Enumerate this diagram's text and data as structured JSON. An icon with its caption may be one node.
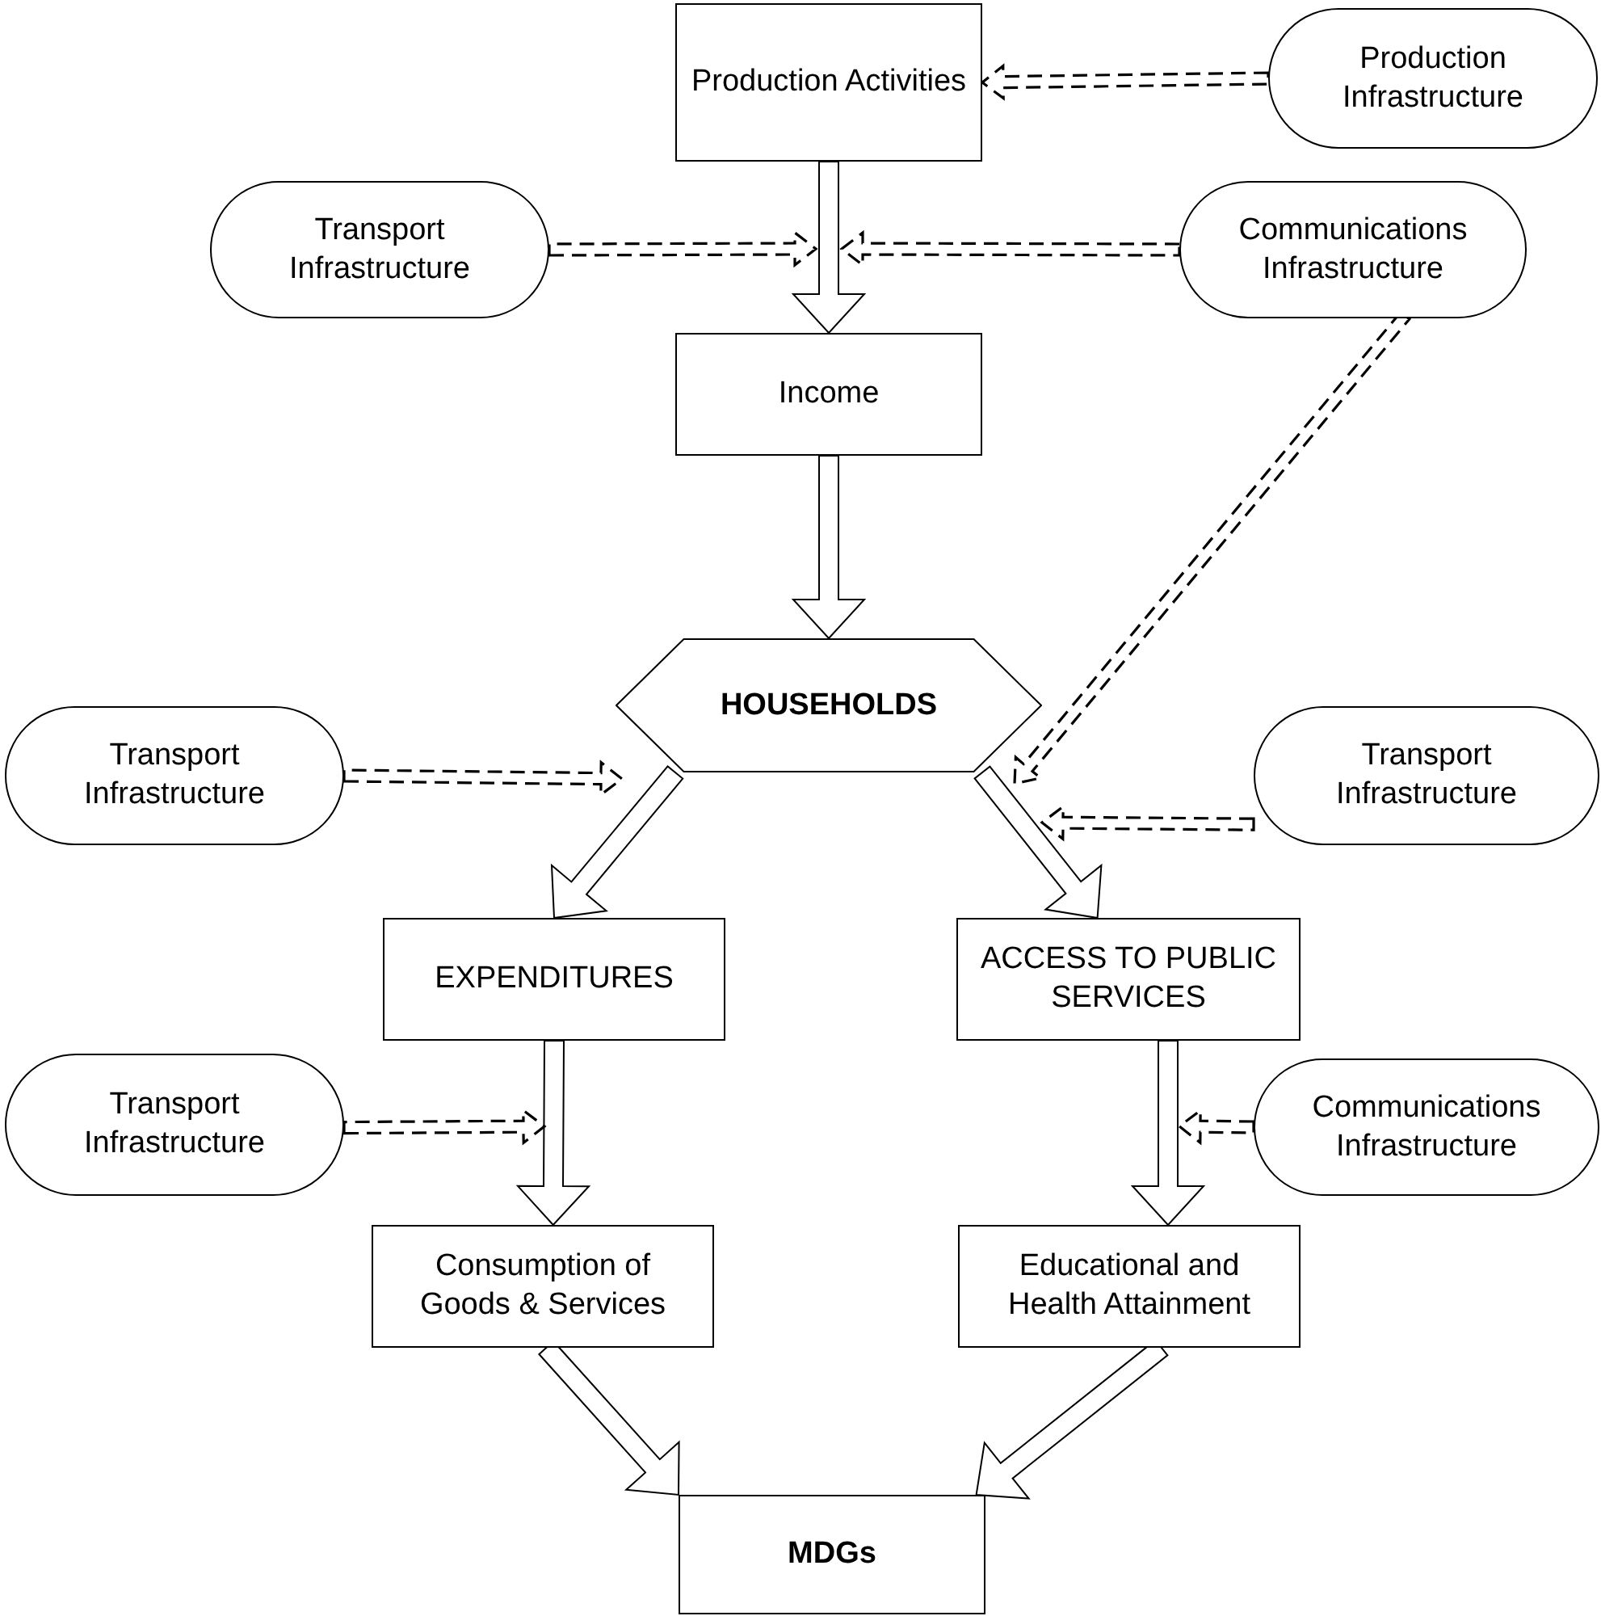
{
  "diagram": {
    "nodes": [
      {
        "text": [
          "Production Activities"
        ]
      },
      {
        "text": [
          "Production Infrastructure"
        ]
      },
      {
        "text": [
          "Transport Infrastructure"
        ]
      },
      {
        "text": [
          "Communications Infrastructure"
        ]
      },
      {
        "text": [
          "Income"
        ]
      },
      {
        "text": [
          "HOUSEHOLDS"
        ]
      },
      {
        "text": [
          "Transport Infrastructure"
        ]
      },
      {
        "text": [
          "Transport Infrastructure"
        ]
      },
      {
        "text": [
          "EXPENDITURES"
        ]
      },
      {
        "text": [
          "ACCESS TO PUBLIC SERVICES"
        ]
      },
      {
        "text": [
          "Transport Infrastructure"
        ]
      },
      {
        "text": [
          "Communications Infrastructure"
        ]
      },
      {
        "text": [
          "Consumption of Goods & Services"
        ]
      },
      {
        "text": [
          "Educational and Health Attainment"
        ]
      },
      {
        "text": [
          "MDGs"
        ]
      }
    ],
    "edges": [
      {
        "from": 0,
        "to": 4,
        "arrow": "to"
      },
      {
        "from": 1,
        "to": 0,
        "arrow": "to",
        "style": "dashed"
      },
      {
        "from": 2,
        "to": null,
        "arrow": "to",
        "style": "dashed"
      },
      {
        "from": 3,
        "to": null,
        "arrow": "to",
        "style": "dashed"
      },
      {
        "from": 3,
        "to": null,
        "arrow": "to",
        "style": "dashed"
      },
      {
        "from": 4,
        "to": 5,
        "arrow": "to"
      },
      {
        "from": 5,
        "to": 8,
        "arrow": "to"
      },
      {
        "from": 5,
        "to": 9,
        "arrow": "to"
      },
      {
        "from": 6,
        "to": null,
        "arrow": "to",
        "style": "dashed"
      },
      {
        "from": 7,
        "to": null,
        "arrow": "to",
        "style": "dashed"
      },
      {
        "from": 8,
        "to": 12,
        "arrow": "to"
      },
      {
        "from": 9,
        "to": 13,
        "arrow": "to"
      },
      {
        "from": 10,
        "to": null,
        "arrow": "to",
        "style": "dashed"
      },
      {
        "from": 11,
        "to": null,
        "arrow": "to",
        "style": "dashed"
      },
      {
        "from": 12,
        "to": 14,
        "arrow": "to"
      },
      {
        "from": 13,
        "to": 14,
        "arrow": "to"
      }
    ]
  }
}
